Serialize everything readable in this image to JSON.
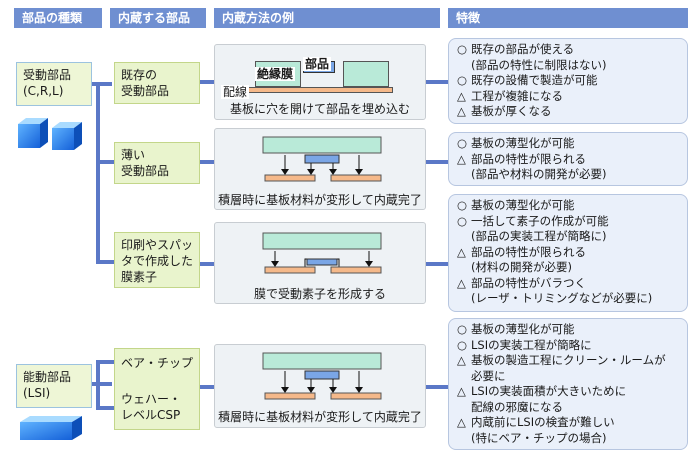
{
  "headers": {
    "type": "部品の種類",
    "embedded": "内蔵する部品",
    "method": "内蔵方法の例",
    "features": "特徴"
  },
  "categories": {
    "passive": {
      "line1": "受動部品",
      "line2": "(C,R,L)"
    },
    "active": {
      "line1": "能動部品",
      "line2": "(LSI)"
    }
  },
  "parts": {
    "existing": {
      "line1": "既存の",
      "line2": "受動部品"
    },
    "thin": {
      "line1": "薄い",
      "line2": "受動部品"
    },
    "printed": {
      "line1": "印刷やスパッ",
      "line2": "タで作成した",
      "line3": "膜素子"
    },
    "lsi_a": "ベア・チップ",
    "lsi_b1": "ウェハー・",
    "lsi_b2": "レベルCSP"
  },
  "methods": {
    "existing": {
      "caption": "基板に穴を開けて部品を埋め込む",
      "insulator": "絶縁膜",
      "part": "部品",
      "wiring": "配線"
    },
    "thin": {
      "caption": "積層時に基板材料が変形して内蔵完了"
    },
    "printed": {
      "caption": "膜で受動素子を形成する"
    },
    "lsi": {
      "caption": "積層時に基板材料が変形して内蔵完了"
    }
  },
  "features": {
    "existing": [
      {
        "mark": "○",
        "text": "既存の部品が使える"
      },
      {
        "mark": "",
        "text": "(部品の特性に制限はない)"
      },
      {
        "mark": "○",
        "text": "既存の設備で製造が可能"
      },
      {
        "mark": "△",
        "text": "工程が複雑になる"
      },
      {
        "mark": "△",
        "text": "基板が厚くなる"
      }
    ],
    "thin": [
      {
        "mark": "○",
        "text": "基板の薄型化が可能"
      },
      {
        "mark": "△",
        "text": "部品の特性が限られる"
      },
      {
        "mark": "",
        "text": "(部品や材料の開発が必要)"
      }
    ],
    "printed": [
      {
        "mark": "○",
        "text": "基板の薄型化が可能"
      },
      {
        "mark": "○",
        "text": "一括して素子の作成が可能"
      },
      {
        "mark": "",
        "text": "(部品の実装工程が簡略に)"
      },
      {
        "mark": "△",
        "text": "部品の特性が限られる"
      },
      {
        "mark": "",
        "text": "(材料の開発が必要)"
      },
      {
        "mark": "△",
        "text": "部品の特性がバラつく"
      },
      {
        "mark": "",
        "text": "(レーザ・トリミングなどが必要に)"
      }
    ],
    "lsi": [
      {
        "mark": "○",
        "text": "基板の薄型化が可能"
      },
      {
        "mark": "○",
        "text": "LSIの実装工程が簡略に"
      },
      {
        "mark": "△",
        "text": "基板の製造工程にクリーン・ルームが"
      },
      {
        "mark": "",
        "text": "必要に"
      },
      {
        "mark": "△",
        "text": "LSIの実装面積が大きいために"
      },
      {
        "mark": "",
        "text": "配線の邪魔になる"
      },
      {
        "mark": "△",
        "text": "内蔵前にLSIの検査が難しい"
      },
      {
        "mark": "",
        "text": "(特にベア・チップの場合)"
      }
    ]
  }
}
